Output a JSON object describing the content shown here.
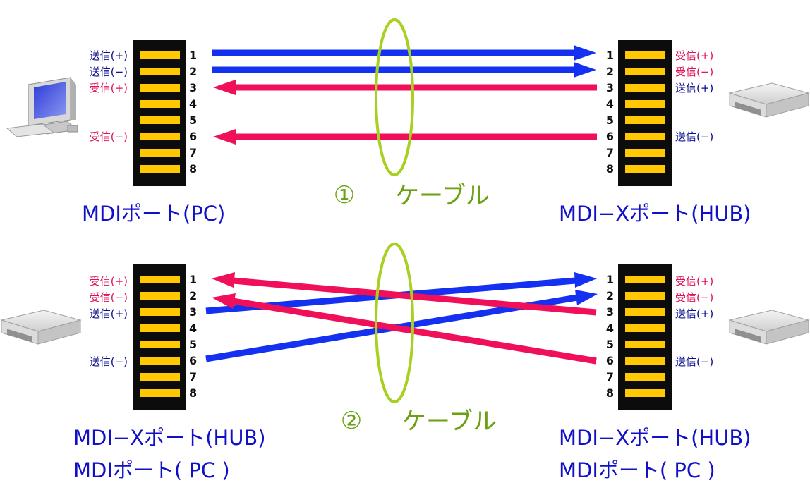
{
  "colors": {
    "tx_line": "#1430f0",
    "rx_line": "#f0105a",
    "tx_text": "#0b0b8c",
    "rx_text": "#e0105a",
    "cable_ring": "#a8d020",
    "cable_text": "#6aa012",
    "port_caption": "#1010c8",
    "port_body": "#0c0c0c",
    "pin_bar": "#ffc800"
  },
  "pin_numbers": [
    "1",
    "2",
    "3",
    "4",
    "5",
    "6",
    "7",
    "8"
  ],
  "section1": {
    "cable_number": "①",
    "cable_label": "ケーブル",
    "left_device": "pc-icon",
    "right_device": "hub-icon",
    "left_caption": "MDIポート(PC)",
    "right_caption": "MDI−Xポート(HUB)",
    "left_signals": [
      "送信(+)",
      "送信(−)",
      "受信(+)",
      "受信(−)"
    ],
    "right_signals": [
      "受信(+)",
      "受信(−)",
      "送信(+)",
      "送信(−)"
    ]
  },
  "section2": {
    "cable_number": "②",
    "cable_label": "ケーブル",
    "left_device": "hub-icon",
    "right_device": "hub-icon",
    "left_caption_line1": "MDI−Xポート(HUB)",
    "left_caption_line2": "MDIポート( PC )",
    "right_caption_line1": "MDI−Xポート(HUB)",
    "right_caption_line2": "MDIポート( PC )",
    "left_signals": [
      "受信(+)",
      "受信(−)",
      "送信(+)",
      "送信(−)"
    ],
    "right_signals": [
      "受信(+)",
      "受信(−)",
      "送信(+)",
      "送信(−)"
    ]
  }
}
